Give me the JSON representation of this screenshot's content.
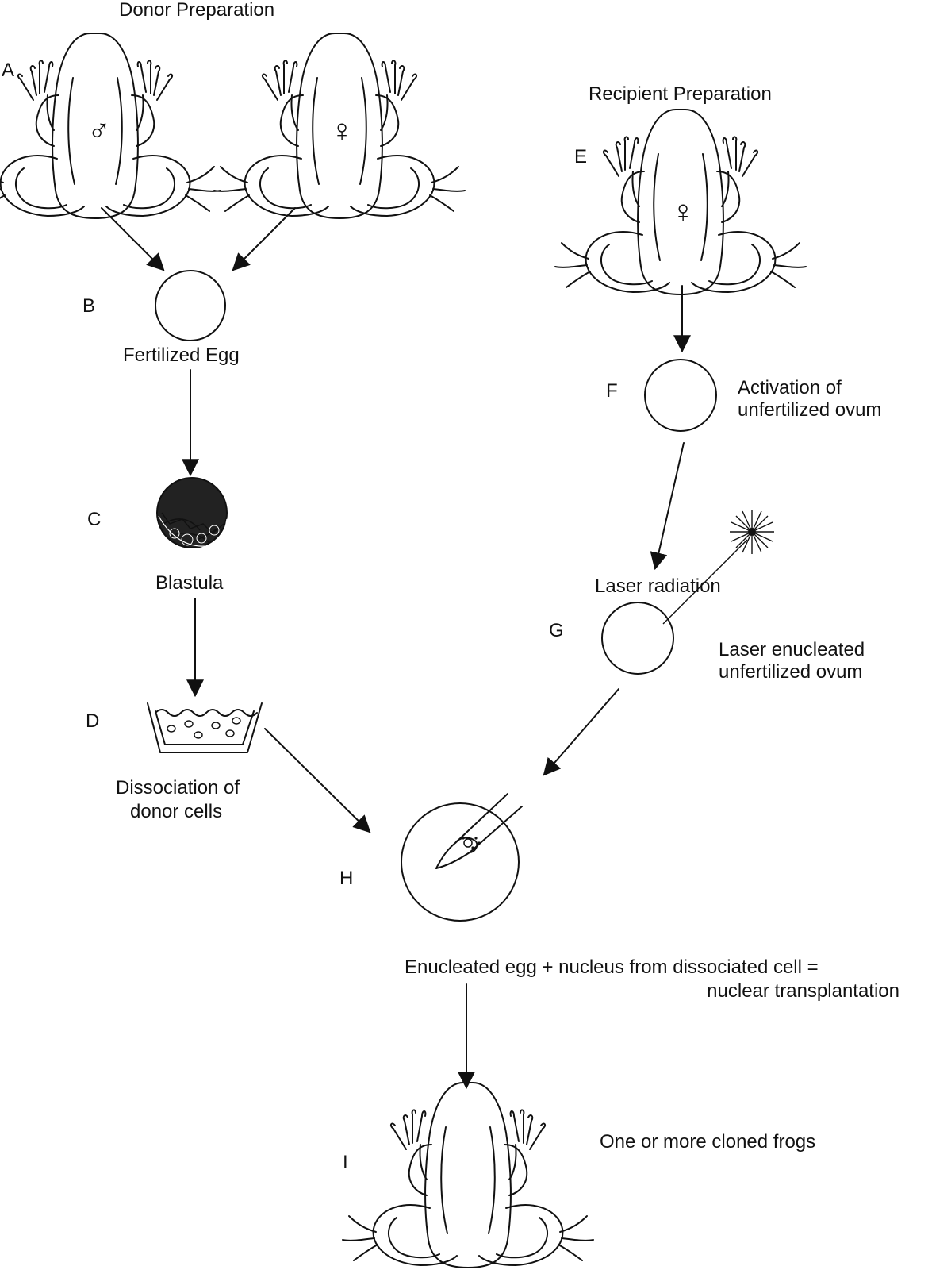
{
  "headings": {
    "donor": "Donor Preparation",
    "recipient": "Recipient Preparation"
  },
  "steps": {
    "A": {
      "letter": "A"
    },
    "B": {
      "letter": "B",
      "label": "Fertilized Egg"
    },
    "C": {
      "letter": "C",
      "label": "Blastula"
    },
    "D": {
      "letter": "D",
      "label_line1": "Dissociation of",
      "label_line2": "donor cells"
    },
    "E": {
      "letter": "E"
    },
    "F": {
      "letter": "F",
      "label_line1": "Activation of",
      "label_line2": "unfertilized ovum"
    },
    "G": {
      "letter": "G",
      "laser": "Laser radiation",
      "label_line1": "Laser enucleated",
      "label_line2": "unfertilized ovum"
    },
    "H": {
      "letter": "H",
      "label_line1": "Enucleated egg + nucleus from dissociated cell =",
      "label_line2": "nuclear transplantation"
    },
    "I": {
      "letter": "I",
      "label": "One or more cloned frogs"
    }
  },
  "symbols": {
    "male": "♂",
    "female": "♀"
  },
  "colors": {
    "ink": "#111111",
    "background": "#ffffff"
  }
}
